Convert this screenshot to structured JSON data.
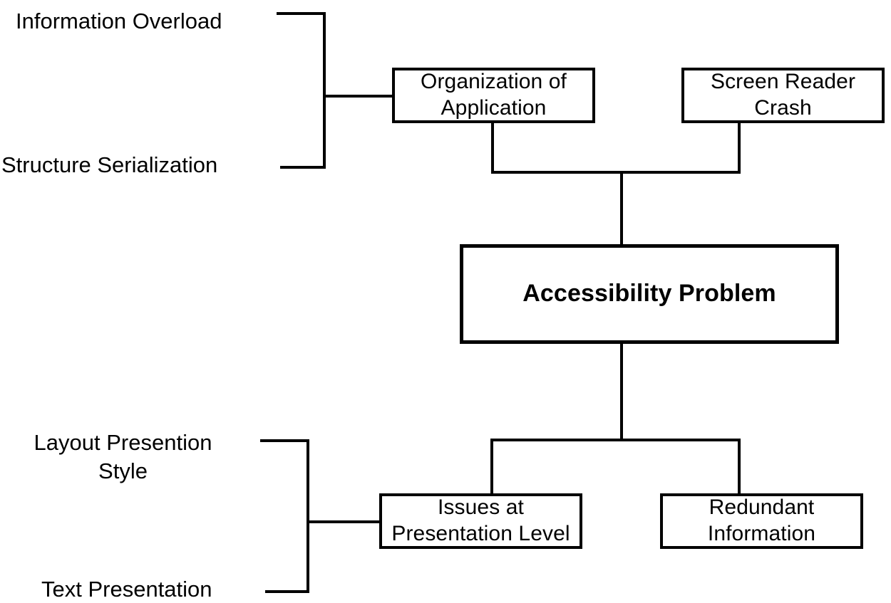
{
  "diagram": {
    "title": "Accessibility Problem",
    "type": "hierarchy-tree",
    "background_color": "#ffffff",
    "line_color": "#000000",
    "root": {
      "id": "accessibility-problem",
      "label": "Accessibility Problem",
      "emphasis": "bold"
    },
    "upper_boxes": [
      {
        "id": "organization-of-application",
        "label": "Organization of\nApplication"
      },
      {
        "id": "screen-reader-crash",
        "label": "Screen Reader\nCrash"
      }
    ],
    "lower_boxes": [
      {
        "id": "issues-at-presentation-level",
        "label": "Issues at\nPresentation Level"
      },
      {
        "id": "redundant-information",
        "label": "Redundant\nInformation"
      }
    ],
    "upper_left_leaves": [
      {
        "id": "information-overload",
        "label": "Information Overload"
      },
      {
        "id": "structure-serialization",
        "label": "Structure Serialization"
      }
    ],
    "lower_left_leaves": [
      {
        "id": "layout-presention-style",
        "label": "Layout Presention\nStyle"
      },
      {
        "id": "text-presentation",
        "label": "Text Presentation"
      }
    ]
  }
}
